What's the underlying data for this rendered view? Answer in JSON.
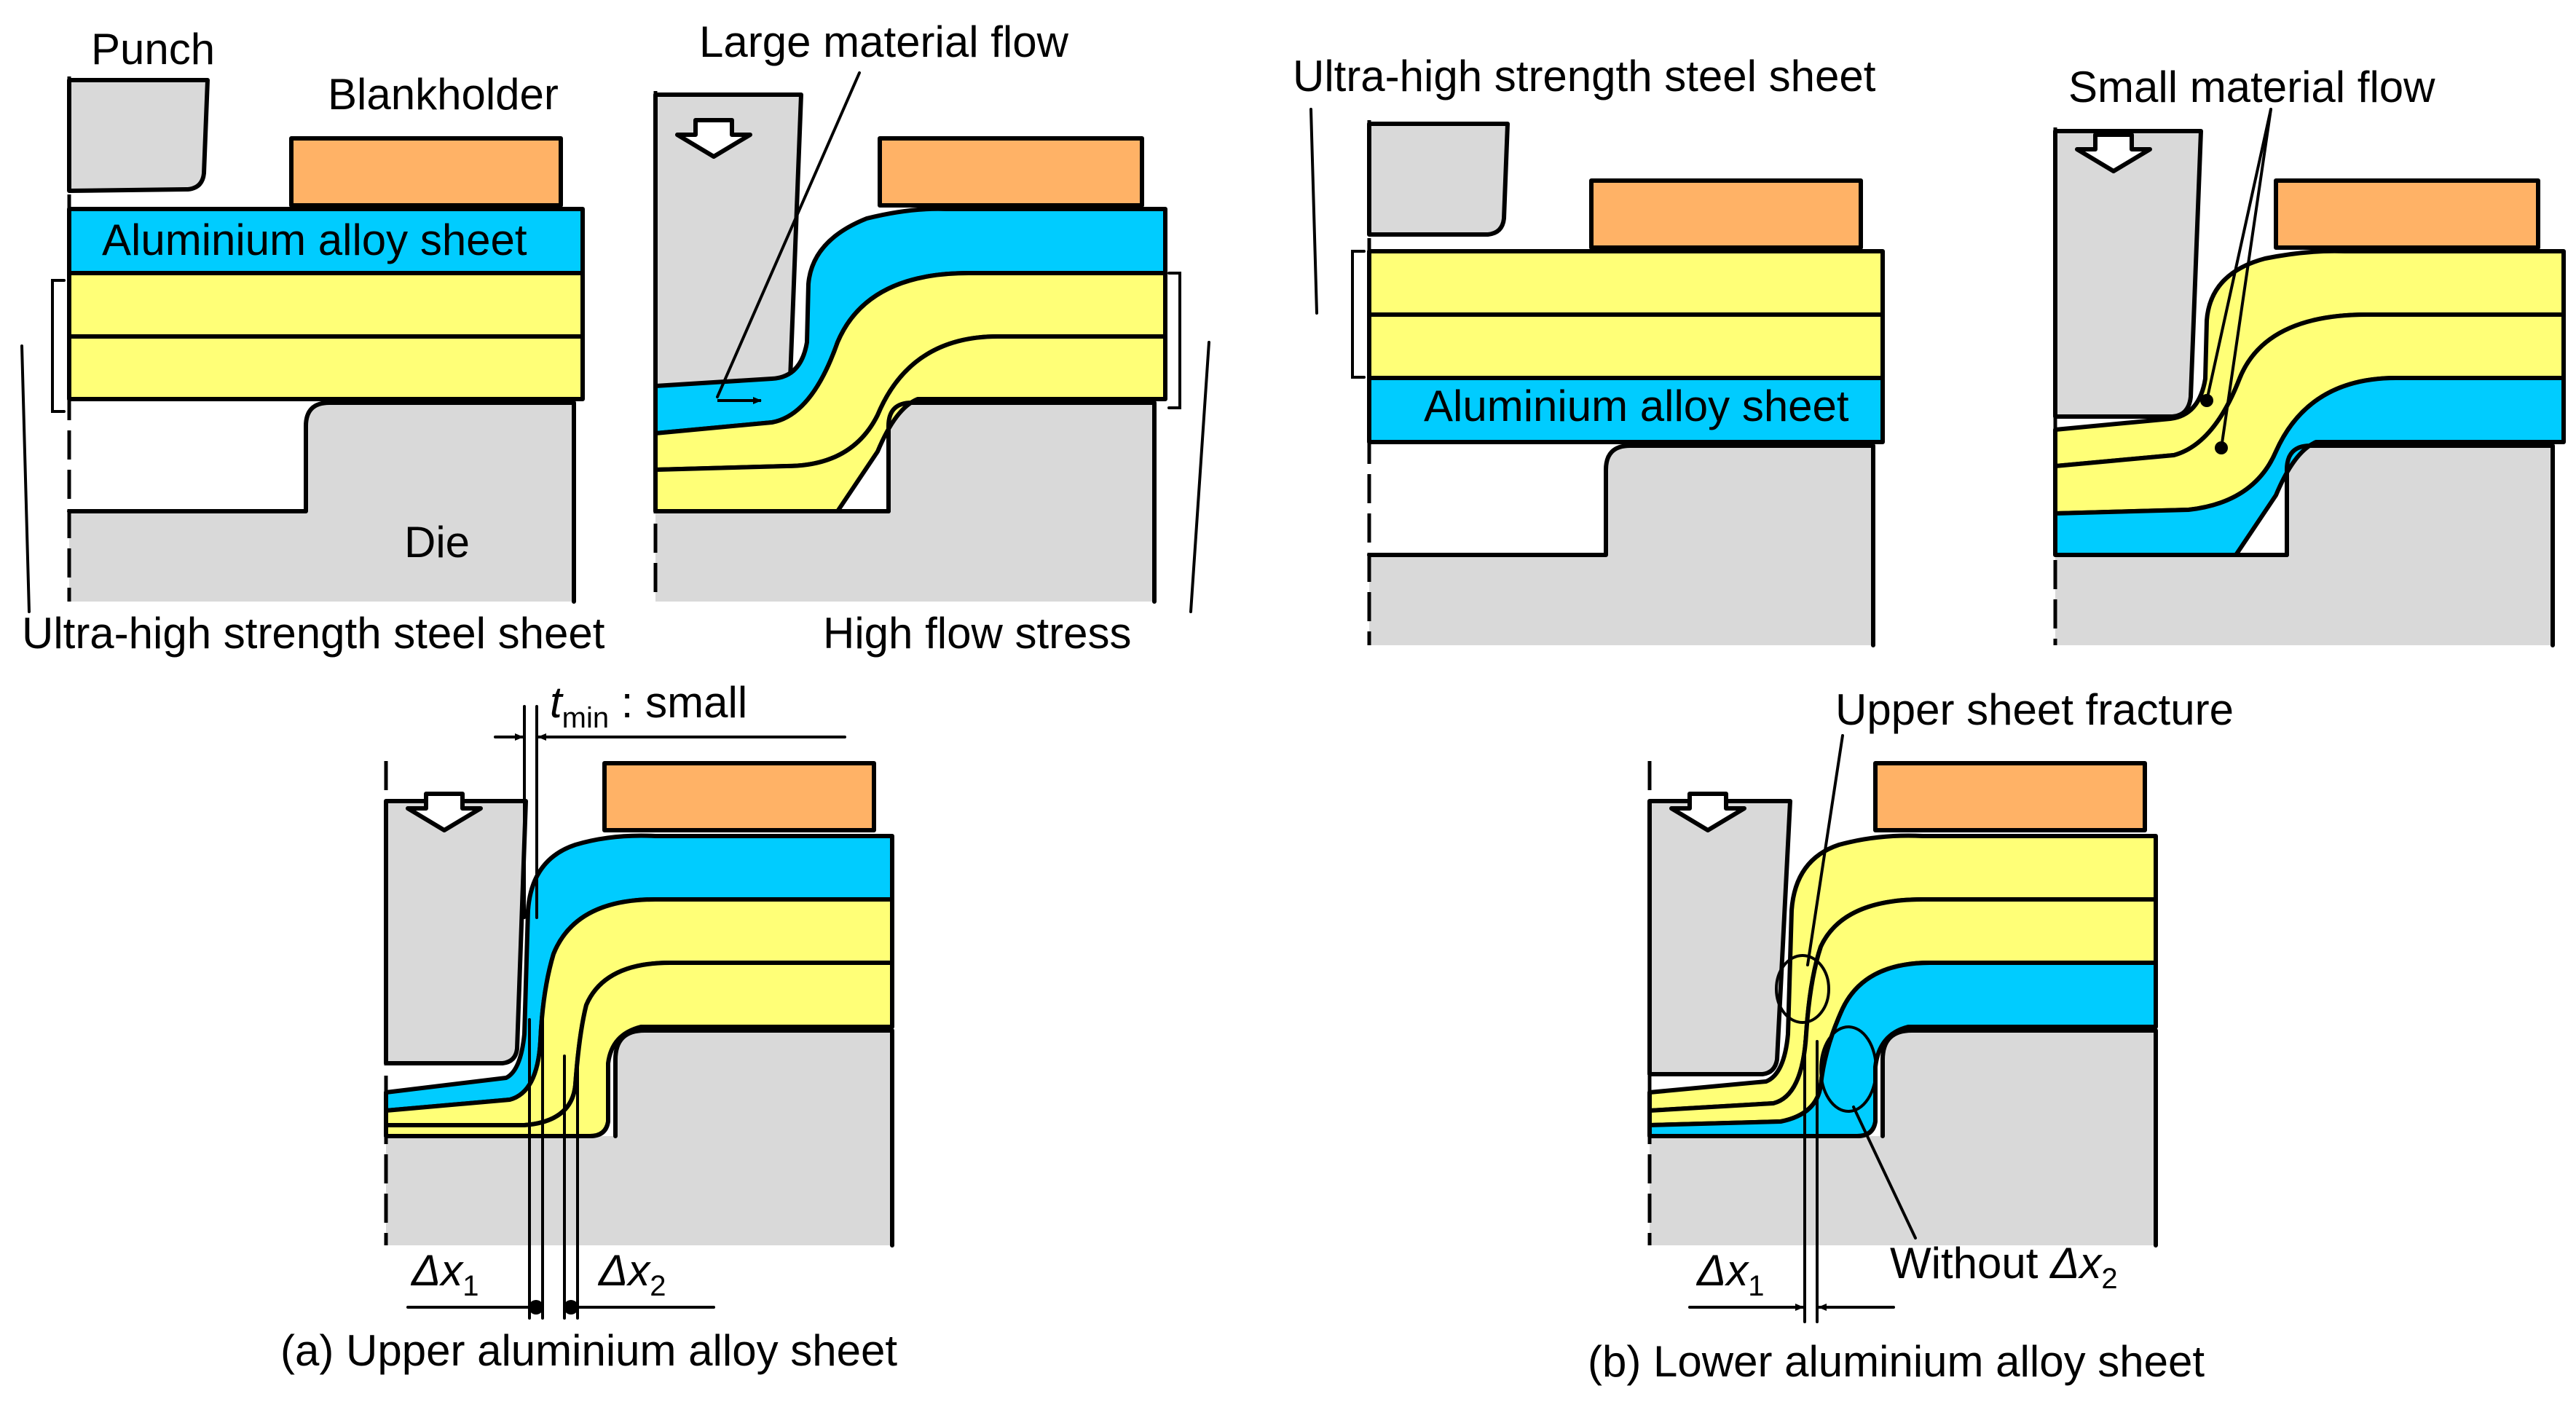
{
  "colors": {
    "tool": "#d9d9d9",
    "blankholder": "#ffb266",
    "aluminium": "#00ccff",
    "steel": "#ffff77",
    "outline": "#000000"
  },
  "icons": [
    "punch-direction-arrow-icon"
  ],
  "labels": {
    "punch": "Punch",
    "blankholder": "Blankholder",
    "aluminium_sheet_a": "Aluminium alloy sheet",
    "die": "Die",
    "steel_sheet_a": "Ultra-high strength steel sheet",
    "large_flow": "Large material flow",
    "high_flow_stress": "High flow stress",
    "steel_sheet_b": "Ultra-high strength steel sheet",
    "aluminium_sheet_b": "Aluminium alloy sheet",
    "small_flow": "Small material flow",
    "t_min_symbol": "t",
    "t_min_subscript": "min",
    "t_min_suffix": " : small",
    "dx1_a_symbol": "Δx",
    "dx1_a_subscript": "1",
    "dx2_a_symbol": "Δx",
    "dx2_a_subscript": "2",
    "caption_a": "(a) Upper aluminium alloy sheet",
    "upper_fracture": "Upper sheet fracture",
    "without_dx2_prefix": "Without ",
    "without_dx2_symbol": "Δx",
    "without_dx2_subscript": "2",
    "dx1_b_symbol": "Δx",
    "dx1_b_subscript": "1",
    "caption_b": "(b) Lower aluminium alloy sheet"
  }
}
